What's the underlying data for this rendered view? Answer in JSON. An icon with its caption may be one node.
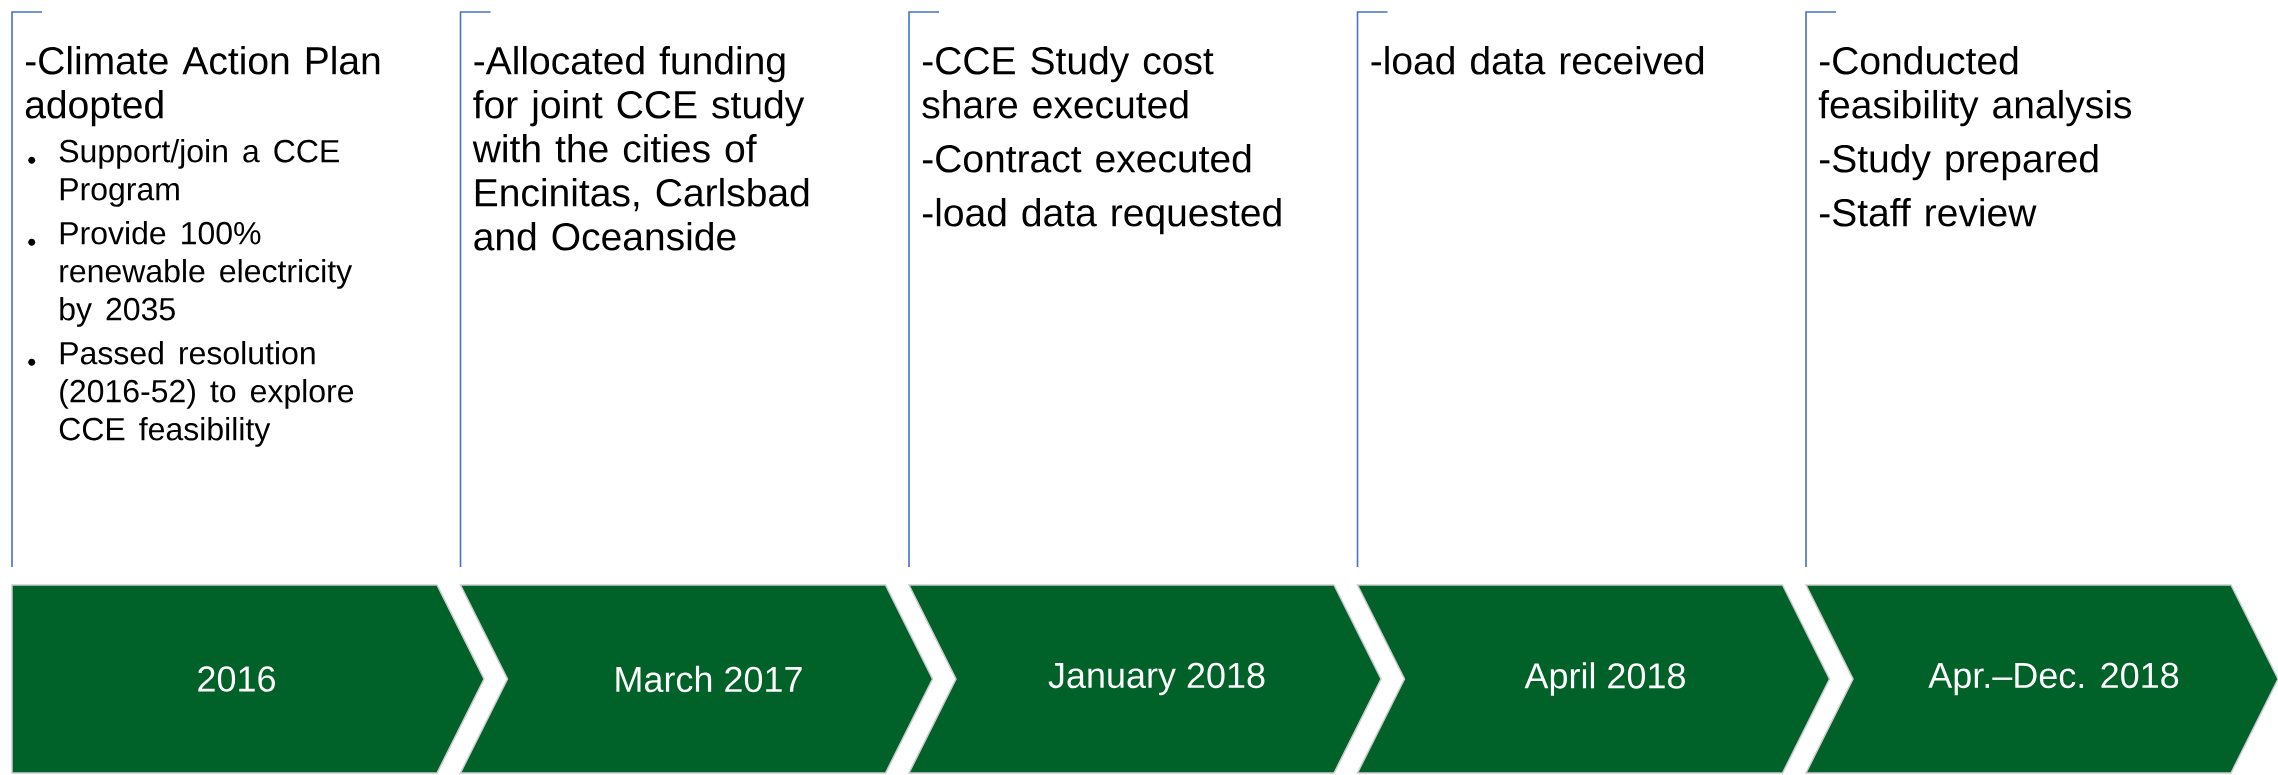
{
  "diagram": {
    "nodes": [
      {
        "text": [
          "-Climate Action Plan adopted",
          "Support/join a CCE Program",
          "Provide 100% renewable electricity by 2035",
          "Passed resolution (2016-52) to explore CCE feasibility"
        ]
      },
      {
        "text": [
          "-Allocated funding for joint CCE study with the cities of Encinitas, Carlsbad and Oceanside"
        ]
      },
      {
        "text": [
          "-CCE Study cost share executed",
          "-Contract executed",
          "-load data requested"
        ]
      },
      {
        "text": [
          "-load data received"
        ]
      },
      {
        "text": [
          "-Conducted feasibility analysis",
          "-Study prepared",
          "-Staff review"
        ]
      },
      {
        "text": [
          "2016"
        ]
      },
      {
        "text": [
          "March 2017"
        ]
      },
      {
        "text": [
          "January 2018"
        ]
      },
      {
        "text": [
          "April 2018"
        ]
      },
      {
        "text": [
          "Apr.–Dec. 2018"
        ]
      }
    ]
  }
}
